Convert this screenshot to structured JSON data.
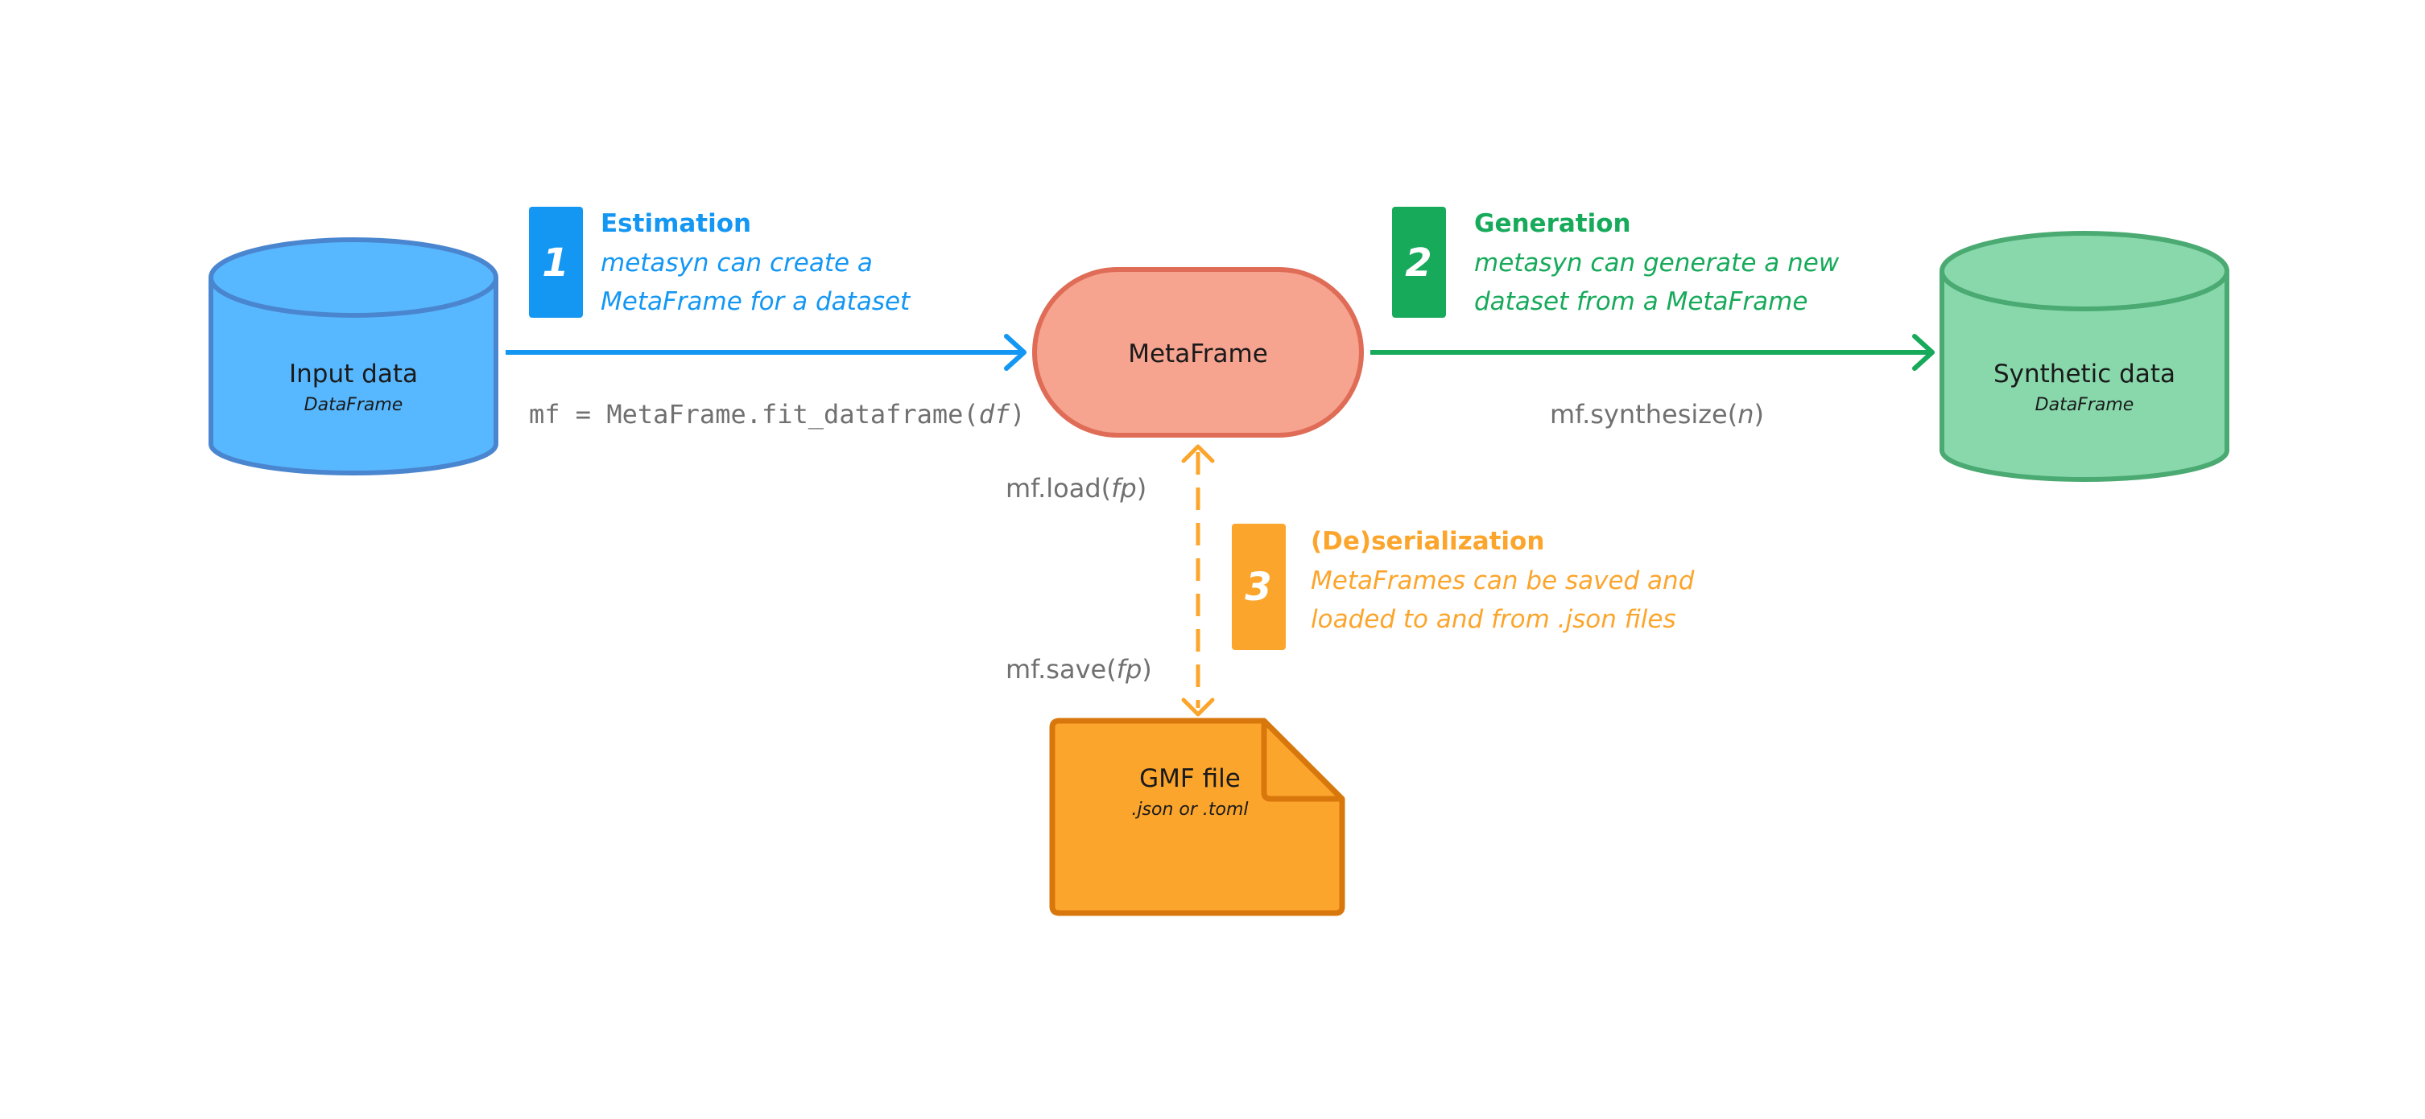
{
  "colors": {
    "blue": "#1497f3",
    "blue_fill": "#58b8ff",
    "blue_stroke": "#4a86cf",
    "green": "#17aa5b",
    "green_fill": "#88d8ac",
    "green_stroke": "#4aaa72",
    "salmon_fill": "#f6a38f",
    "salmon_stroke": "#df6c56",
    "orange": "#fca52c",
    "orange_stroke": "#d8770b",
    "code_text": "#707070",
    "node_text": "#1a1a1a"
  },
  "nodes": {
    "input_data": {
      "title": "Input data",
      "subtitle": "DataFrame"
    },
    "metaframe": {
      "title": "MetaFrame"
    },
    "synthetic_data": {
      "title": "Synthetic data",
      "subtitle": "DataFrame"
    },
    "gmf_file": {
      "title": "GMF file",
      "subtitle": ".json or .toml"
    }
  },
  "steps": {
    "estimation": {
      "number": "1",
      "title": "Estimation",
      "line1": "metasyn can create a",
      "line2": "MetaFrame for a dataset"
    },
    "generation": {
      "number": "2",
      "title": "Generation",
      "line1": "metasyn can generate a new",
      "line2": "dataset from a MetaFrame"
    },
    "serialization": {
      "number": "3",
      "title": "(De)serialization",
      "line1": "MetaFrames can be saved and",
      "line2": "loaded to and from .json files"
    }
  },
  "code": {
    "fit": {
      "prefix": "mf = MetaFrame.fit_dataframe(",
      "arg": "df",
      "suffix": ")"
    },
    "synthesize": {
      "prefix": "mf.synthesize(",
      "arg": "n",
      "suffix": ")"
    },
    "load": {
      "prefix": "mf.load(",
      "arg": "fp",
      "suffix": ")"
    },
    "save": {
      "prefix": "mf.save(",
      "arg": "fp",
      "suffix": ")"
    }
  }
}
